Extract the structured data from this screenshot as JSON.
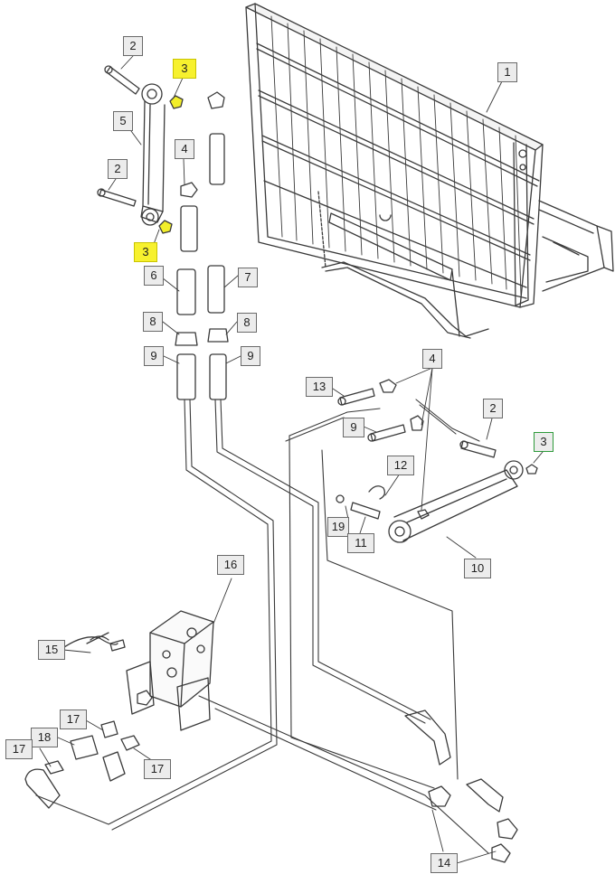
{
  "labels": {
    "l1": "1",
    "l2a": "2",
    "l2b": "2",
    "l2c": "2",
    "l3a": "3",
    "l3b": "3",
    "l3c": "3",
    "l4a": "4",
    "l4b": "4",
    "l5": "5",
    "l6": "6",
    "l7": "7",
    "l8a": "8",
    "l8b": "8",
    "l9a": "9",
    "l9b": "9",
    "l9c": "9",
    "l10": "10",
    "l11": "11",
    "l12": "12",
    "l13": "13",
    "l14": "14",
    "l15": "15",
    "l16": "16",
    "l17a": "17",
    "l17b": "17",
    "l17c": "17",
    "l18": "18",
    "l19": "19"
  },
  "colors": {
    "label_fill": "#ececec",
    "label_border": "#6a6a6a",
    "highlight_fill": "#f7f12e",
    "green_border": "#2e9a3b",
    "line": "#3a3a3a"
  }
}
